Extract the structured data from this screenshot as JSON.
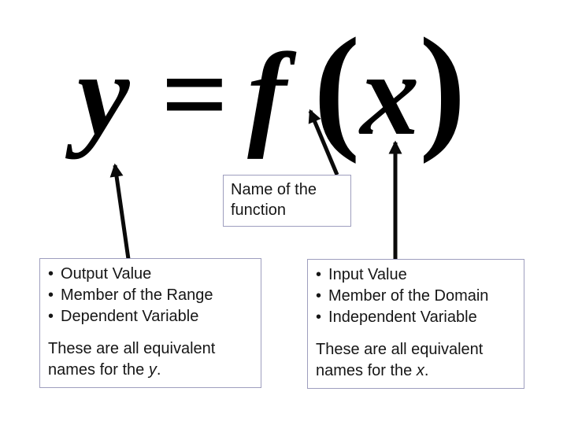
{
  "equation": {
    "lhs": "y",
    "equals": "=",
    "fname": "f",
    "lparen": "(",
    "arg": "x",
    "rparen": ")"
  },
  "function_callout": {
    "text": "Name of the function"
  },
  "bullet_char": "•",
  "left_box": {
    "bullets": [
      "Output Value",
      "Member of the Range",
      "Dependent Variable"
    ],
    "footer_prefix": "These are all equivalent names for the ",
    "footer_var": "y",
    "footer_suffix": "."
  },
  "right_box": {
    "bullets": [
      "Input Value",
      "Member of the Domain",
      "Independent Variable"
    ],
    "footer_prefix": "These are all equivalent names for the ",
    "footer_var": "x",
    "footer_suffix": "."
  },
  "colors": {
    "box_border": "#9e9ebe",
    "text": "#161616",
    "equation": "#000000",
    "arrow": "#0a0a0a",
    "background": "#ffffff"
  }
}
